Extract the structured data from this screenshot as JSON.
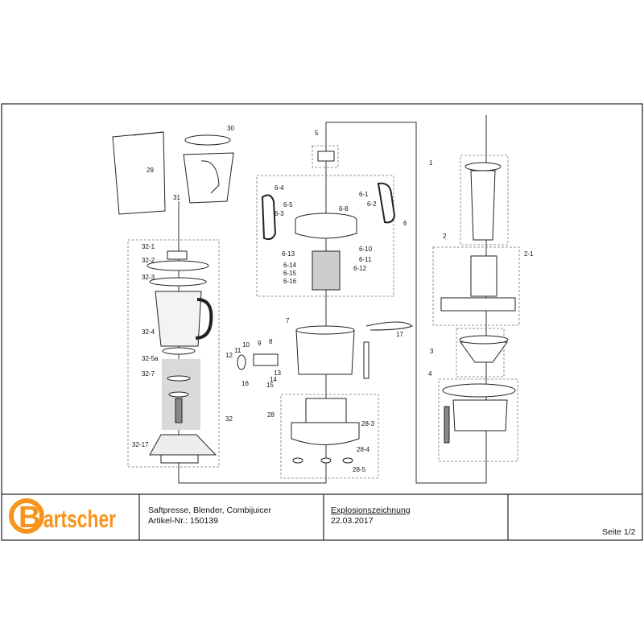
{
  "title_block": {
    "brand": "Bartscher",
    "product": "Saftpresse, Blender, Combijuicer",
    "article": "Artikel-Nr.: 150139",
    "document_type": "Explosionszeichnung",
    "date": "22.03.2017",
    "page": "Seite 1/2"
  },
  "colors": {
    "brand": "#f7941d",
    "line": "#222222",
    "highlight": "#d9d9d9"
  },
  "labels": {
    "l30": "30",
    "l29": "29",
    "l31": "31",
    "l32_1": "32-1",
    "l32_2": "32-2",
    "l32_3": "32-3",
    "l32_4": "32-4",
    "l32_5a": "32-5a",
    "l32_7": "32-7",
    "l32_17": "32-17",
    "l32": "32",
    "l5": "5",
    "l6_4": "6-4",
    "l6_5": "6-5",
    "l6_3": "6-3",
    "l6_8": "6-8",
    "l6_1": "6-1",
    "l6_2": "6-2",
    "l6": "6",
    "l6_13": "6-13",
    "l6_14": "6-14",
    "l6_15": "6-15",
    "l6_16": "6-16",
    "l6_10": "6-10",
    "l6_11": "6-11",
    "l6_12": "6-12",
    "l7": "7",
    "l17": "17",
    "l10": "10",
    "l9": "9",
    "l8": "8",
    "l11": "11",
    "l12": "12",
    "l13": "13",
    "l14": "14",
    "l16": "16",
    "l15": "15",
    "l28": "28",
    "l28_3": "28-3",
    "l28_4": "28-4",
    "l28_5": "28-5",
    "l1": "1",
    "l2": "2",
    "l2_1": "2-1",
    "l3": "3",
    "l4": "4"
  }
}
